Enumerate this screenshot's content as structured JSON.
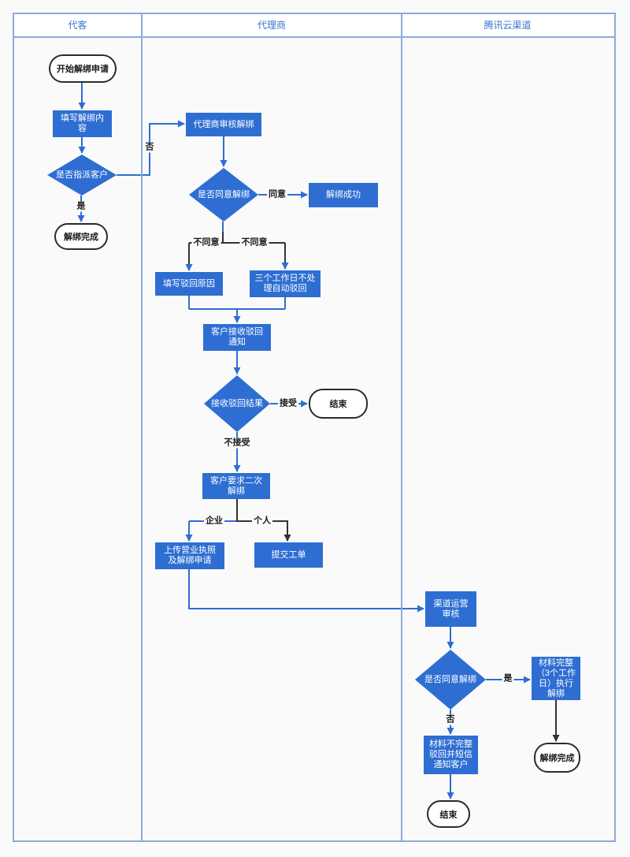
{
  "lanes": {
    "lane1": "代客",
    "lane2": "代理商",
    "lane3": "腾讯云渠道"
  },
  "nodes": {
    "start": "开始解绑申请",
    "fill_content": "填写解绑内\n容",
    "assign_decision": "是否指派客户",
    "unbind_done_1": "解绑完成",
    "agent_review": "代理商审核解绑",
    "agree_decision_1": "是否同意解绑",
    "unbind_success": "解绑成功",
    "fill_reject_reason": "填写驳回原因",
    "auto_reject": "三个工作日不处\n理自动驳回",
    "receive_notice": "客户接收驳回\n通知",
    "receive_result_decision": "接收驳回结果",
    "end_1": "结束",
    "second_unbind": "客户要求二次\n解绑",
    "upload_license": "上传营业执照\n及解绑申请",
    "submit_ticket": "提交工单",
    "channel_review": "渠道运营\n审核",
    "agree_decision_2": "是否同意解绑",
    "materials_complete": "材料完整\n（3个工作\n日）执行\n解绑",
    "materials_incomplete": "材料不完整\n驳回并短信\n通知客户",
    "unbind_done_2": "解绑完成",
    "end_2": "结束"
  },
  "edge_labels": {
    "no_1": "否",
    "yes_1": "是",
    "agree": "同意",
    "disagree_left": "不同意",
    "disagree_right": "不同意",
    "accept": "接受",
    "not_accept": "不接受",
    "enterprise": "企业",
    "personal": "个人",
    "yes_2": "是",
    "no_2": "否"
  },
  "colors": {
    "shape_blue": "#2e6ed2",
    "connector_blue": "#2e6ed2",
    "connector_black": "#333333",
    "grid_border": "#8faadb",
    "header_text": "#3b73d1",
    "canvas_bg": "#fafafa"
  }
}
